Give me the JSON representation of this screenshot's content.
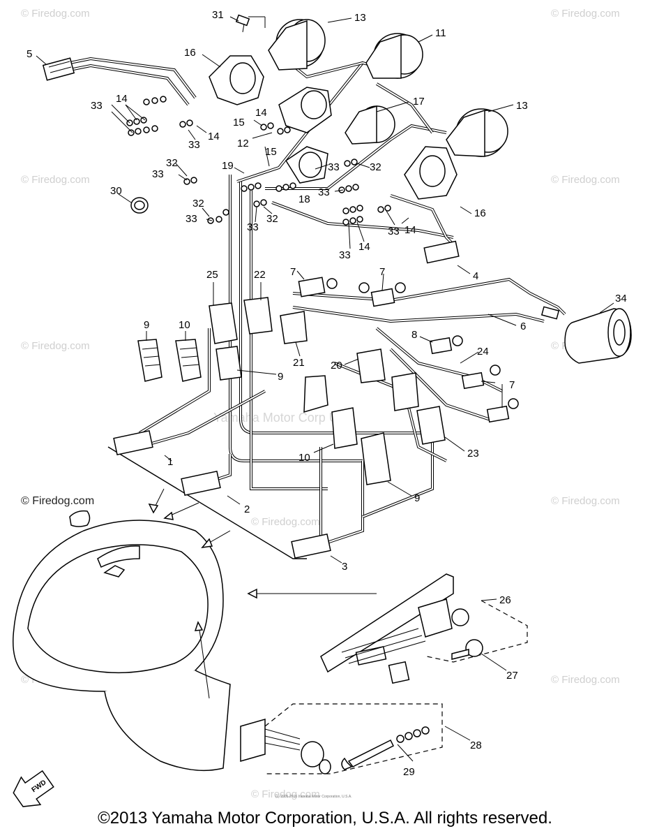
{
  "copyright": "©2013 Yamaha Motor Corporation, U.S.A. All rights reserved.",
  "watermark_site": "© Firedog.com",
  "watermark_corp": "Yamaha Motor Corp USA",
  "tiny_credit": "(c) 2005-2015 Yamaha Motor Corporation, U.S.A.",
  "fwd_label": "FWD",
  "callouts": {
    "c1": "1",
    "c2": "2",
    "c3": "3",
    "c4": "4",
    "c5": "5",
    "c6": "6",
    "c7a": "7",
    "c7b": "7",
    "c7c": "7",
    "c8": "8",
    "c9a": "9",
    "c9b": "9",
    "c9c": "9",
    "c10a": "10",
    "c10b": "10",
    "c11": "11",
    "c12": "12",
    "c13a": "13",
    "c13b": "13",
    "c14a": "14",
    "c14b": "14",
    "c14c": "14",
    "c14d": "14",
    "c14e": "14",
    "c15a": "15",
    "c15b": "15",
    "c16a": "16",
    "c16b": "16",
    "c17": "17",
    "c18": "18",
    "c19": "19",
    "c20": "20",
    "c21": "21",
    "c22": "22",
    "c23": "23",
    "c24": "24",
    "c25": "25",
    "c26": "26",
    "c27": "27",
    "c28": "28",
    "c29": "29",
    "c30": "30",
    "c31": "31",
    "c32a": "32",
    "c32b": "32",
    "c32c": "32",
    "c32d": "32",
    "c33a": "33",
    "c33b": "33",
    "c33c": "33",
    "c33d": "33",
    "c33e": "33",
    "c33f": "33",
    "c33g": "33",
    "c33h": "33",
    "c34": "34"
  }
}
